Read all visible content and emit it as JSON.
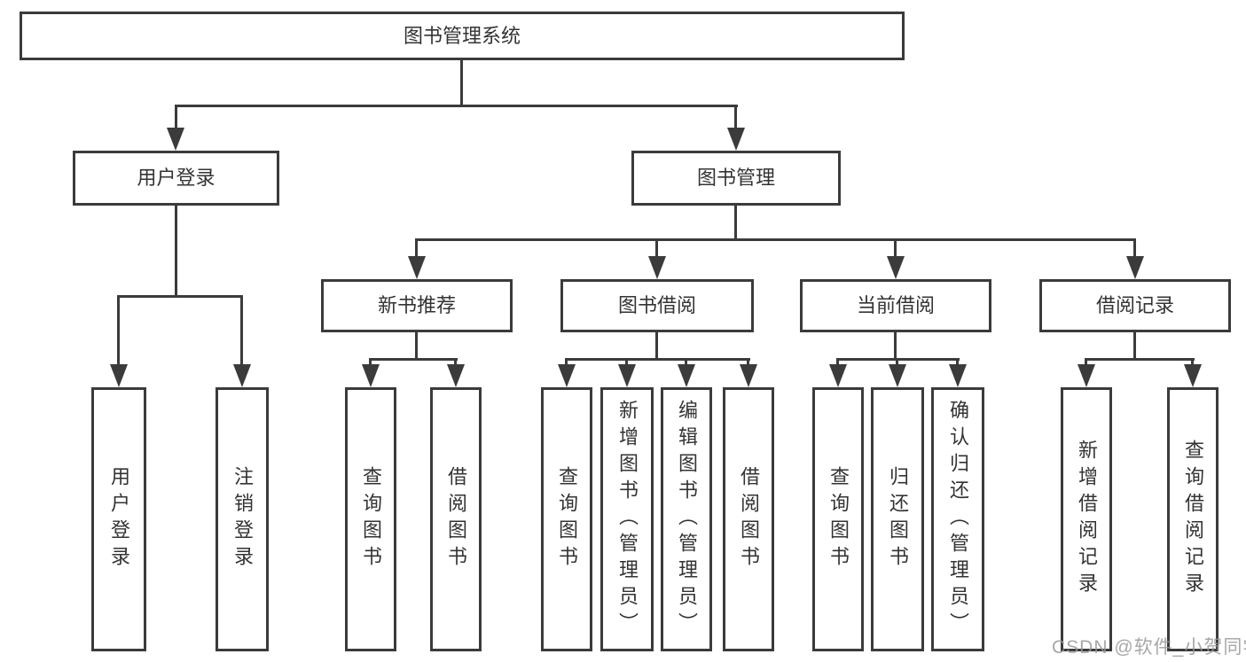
{
  "diagram": {
    "root": {
      "label": "图书管理系统"
    },
    "level2": [
      {
        "label": "用户登录"
      },
      {
        "label": "图书管理"
      }
    ],
    "level3": [
      {
        "label": "新书推荐"
      },
      {
        "label": "图书借阅"
      },
      {
        "label": "当前借阅"
      },
      {
        "label": "借阅记录"
      }
    ],
    "leaves": [
      {
        "label": "用户登录"
      },
      {
        "label": "注销登录"
      },
      {
        "label": "查询图书"
      },
      {
        "label": "借阅图书"
      },
      {
        "label": "查询图书"
      },
      {
        "label": "新增图书（管理员）"
      },
      {
        "label": "编辑图书（管理员）"
      },
      {
        "label": "借阅图书"
      },
      {
        "label": "查询图书"
      },
      {
        "label": "归还图书"
      },
      {
        "label": "确认归还（管理员）"
      },
      {
        "label": "新增借阅记录"
      },
      {
        "label": "查询借阅记录"
      }
    ],
    "watermark": "CSDN @软件_小贺同学",
    "colors": {
      "line": "#3b3b3b",
      "text": "#333333",
      "background": "#ffffff",
      "watermark": "#989898"
    }
  }
}
